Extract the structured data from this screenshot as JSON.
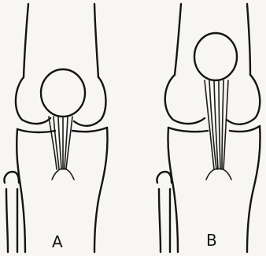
{
  "diagram": {
    "panels": [
      {
        "id": "A",
        "label": "A",
        "description_kind": "knee-ligament-sketch"
      },
      {
        "id": "B",
        "label": "B",
        "description_kind": "knee-ligament-sketch"
      }
    ],
    "colors": {
      "background": "#ffffff",
      "ink": "#141414",
      "paper_tint": "#f7f6f3"
    }
  }
}
